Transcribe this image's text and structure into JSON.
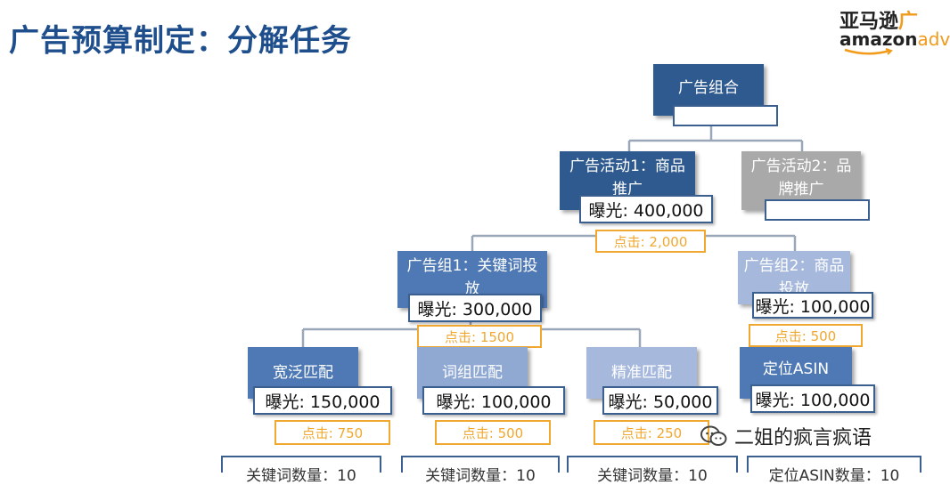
{
  "title": "广告预算制定：分解任务",
  "logo": {
    "cn_dark": "亚马逊",
    "cn_orange": "广",
    "en_dark": "amazon",
    "en_orange": "adv"
  },
  "root": {
    "label": "广告组合"
  },
  "campaigns": [
    {
      "label": "广告活动1：商品推广",
      "impressions": "曝光: 400,000",
      "clicks": "点击: 2,000"
    },
    {
      "label": "广告活动2：品牌推广"
    }
  ],
  "ad_groups": [
    {
      "label": "广告组1：关键词投放",
      "impressions": "曝光: 300,000",
      "clicks": "点击: 1500"
    },
    {
      "label": "广告组2：商品投放",
      "impressions": "曝光: 100,000",
      "clicks": "点击: 500"
    }
  ],
  "leaves": [
    {
      "label": "宽泛匹配",
      "impressions": "曝光: 150,000",
      "clicks": "点击: 750",
      "footer": "关键词数量：10"
    },
    {
      "label": "词组匹配",
      "impressions": "曝光: 100,000",
      "clicks": "点击: 500",
      "footer": "关键词数量：10"
    },
    {
      "label": "精准匹配",
      "impressions": "曝光: 50,000",
      "clicks": "点击: 250",
      "footer": "关键词数量：10"
    },
    {
      "label": "定位ASIN",
      "impressions": "曝光: 100,000",
      "clicks": "点击: 500",
      "footer": "定位ASIN数量：10"
    }
  ],
  "watermark": "二姐的疯言疯语"
}
